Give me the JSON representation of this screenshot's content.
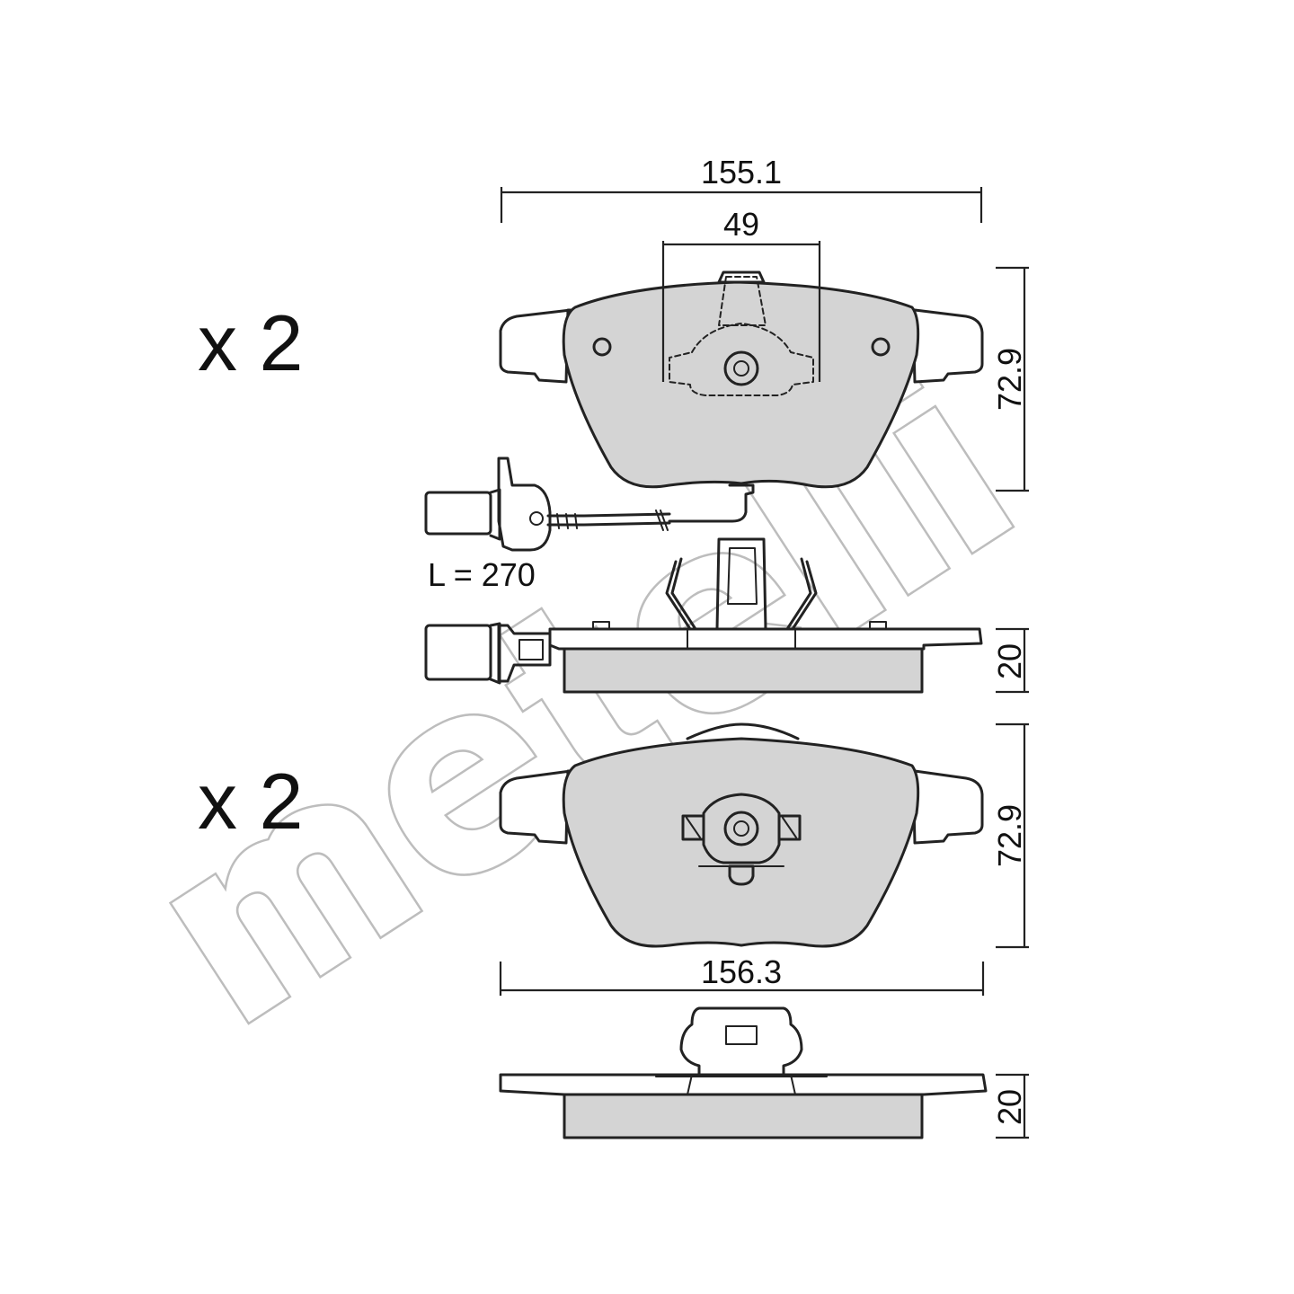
{
  "quantity_top": "x 2",
  "quantity_bottom": "x 2",
  "sensor_length": "L = 270",
  "dimensions": {
    "top_width": "155.1",
    "center_width": "49",
    "top_height": "72.9",
    "top_thickness": "20",
    "bottom_height": "72.9",
    "bottom_width": "156.3",
    "bottom_thickness": "20"
  },
  "watermark": "metelli",
  "colors": {
    "friction_material": "#d4d4d4",
    "outline": "#222222",
    "watermark": "#bdbdbd"
  }
}
